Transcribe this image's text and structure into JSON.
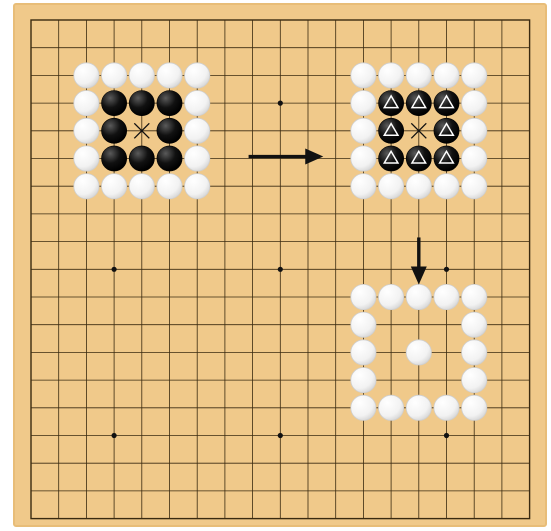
{
  "board": {
    "size": 19,
    "colors": {
      "wood": "#f0c98a",
      "wood_edge": "#e8bd78",
      "line": "#3a2a10",
      "black_stone": "#111111",
      "white_stone": "#f2f2f2",
      "white_stone_edge": "#cfcfcf",
      "arrow": "#111111",
      "marker_on_black": "#ffffff"
    },
    "star_points": [
      [
        4,
        4
      ],
      [
        10,
        4
      ],
      [
        16,
        4
      ],
      [
        4,
        10
      ],
      [
        10,
        10
      ],
      [
        16,
        10
      ],
      [
        4,
        16
      ],
      [
        10,
        16
      ],
      [
        16,
        16
      ]
    ]
  },
  "diagrams": [
    {
      "name": "before-capture",
      "black": [
        [
          4,
          4
        ],
        [
          5,
          4
        ],
        [
          6,
          4
        ],
        [
          4,
          5
        ],
        [
          6,
          5
        ],
        [
          4,
          6
        ],
        [
          5,
          6
        ],
        [
          6,
          6
        ]
      ],
      "white": [
        [
          3,
          3
        ],
        [
          4,
          3
        ],
        [
          5,
          3
        ],
        [
          6,
          3
        ],
        [
          7,
          3
        ],
        [
          3,
          4
        ],
        [
          7,
          4
        ],
        [
          3,
          5
        ],
        [
          7,
          5
        ],
        [
          3,
          6
        ],
        [
          7,
          6
        ],
        [
          3,
          7
        ],
        [
          4,
          7
        ],
        [
          5,
          7
        ],
        [
          6,
          7
        ],
        [
          7,
          7
        ]
      ],
      "x_marks": [
        [
          5,
          5
        ]
      ],
      "triangles": []
    },
    {
      "name": "marked-for-capture",
      "black": [
        [
          14,
          4
        ],
        [
          15,
          4
        ],
        [
          16,
          4
        ],
        [
          14,
          5
        ],
        [
          16,
          5
        ],
        [
          14,
          6
        ],
        [
          15,
          6
        ],
        [
          16,
          6
        ]
      ],
      "white": [
        [
          13,
          3
        ],
        [
          14,
          3
        ],
        [
          15,
          3
        ],
        [
          16,
          3
        ],
        [
          17,
          3
        ],
        [
          13,
          4
        ],
        [
          17,
          4
        ],
        [
          13,
          5
        ],
        [
          17,
          5
        ],
        [
          13,
          6
        ],
        [
          17,
          6
        ],
        [
          13,
          7
        ],
        [
          14,
          7
        ],
        [
          15,
          7
        ],
        [
          16,
          7
        ],
        [
          17,
          7
        ]
      ],
      "x_marks": [
        [
          15,
          5
        ]
      ],
      "triangles": [
        [
          14,
          4
        ],
        [
          15,
          4
        ],
        [
          16,
          4
        ],
        [
          14,
          5
        ],
        [
          16,
          5
        ],
        [
          14,
          6
        ],
        [
          15,
          6
        ],
        [
          16,
          6
        ]
      ]
    },
    {
      "name": "after-capture",
      "black": [],
      "white": [
        [
          13,
          11
        ],
        [
          14,
          11
        ],
        [
          15,
          11
        ],
        [
          16,
          11
        ],
        [
          17,
          11
        ],
        [
          13,
          12
        ],
        [
          17,
          12
        ],
        [
          13,
          13
        ],
        [
          15,
          13
        ],
        [
          17,
          13
        ],
        [
          13,
          14
        ],
        [
          17,
          14
        ],
        [
          13,
          15
        ],
        [
          14,
          15
        ],
        [
          15,
          15
        ],
        [
          16,
          15
        ],
        [
          17,
          15
        ]
      ],
      "x_marks": [],
      "triangles": []
    }
  ],
  "arrows": [
    {
      "name": "arrow-right",
      "direction": "right"
    },
    {
      "name": "arrow-down",
      "direction": "down"
    }
  ]
}
